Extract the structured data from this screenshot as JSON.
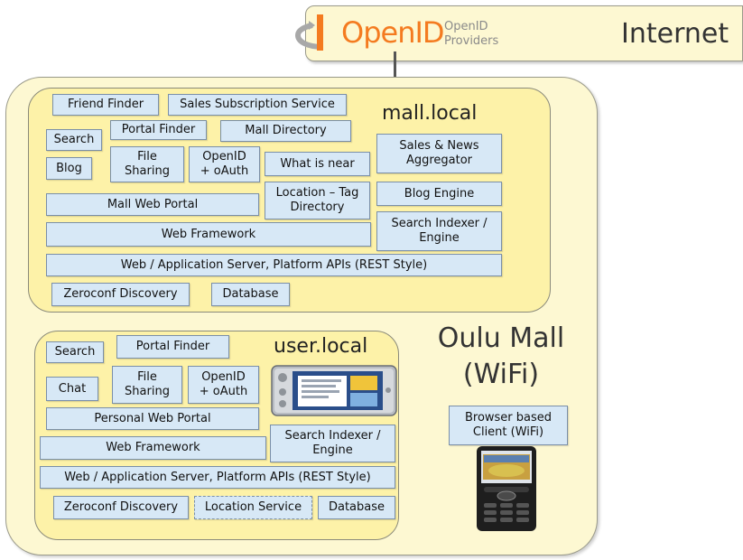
{
  "internet": {
    "logo_text": "OpenID",
    "providers_line1": "OpenID",
    "providers_line2": "Providers",
    "label": "Internet"
  },
  "oulu": {
    "line1": "Oulu Mall",
    "line2": "(WiFi)"
  },
  "mall_local": {
    "title": "mall.local",
    "boxes": {
      "friend_finder": "Friend Finder",
      "sales_subscription": "Sales Subscription Service",
      "portal_finder": "Portal Finder",
      "mall_directory": "Mall Directory",
      "search": "Search",
      "blog": "Blog",
      "file_sharing_1": "File",
      "file_sharing_2": "Sharing",
      "openid_1": "OpenID",
      "openid_2": "+ oAuth",
      "what_is_near": "What is near",
      "sales_news_1": "Sales & News",
      "sales_news_2": "Aggregator",
      "mall_web_portal": "Mall Web Portal",
      "location_tag_1": "Location – Tag",
      "location_tag_2": "Directory",
      "blog_engine": "Blog Engine",
      "web_framework": "Web Framework",
      "search_indexer_1": "Search Indexer /",
      "search_indexer_2": "Engine",
      "app_server": "Web / Application Server, Platform APIs (REST Style)",
      "zeroconf": "Zeroconf Discovery",
      "database": "Database"
    }
  },
  "user_local": {
    "title": "user.local",
    "boxes": {
      "search": "Search",
      "portal_finder": "Portal Finder",
      "chat": "Chat",
      "file_sharing_1": "File",
      "file_sharing_2": "Sharing",
      "openid_1": "OpenID",
      "openid_2": "+ oAuth",
      "personal_web_portal": "Personal Web Portal",
      "web_framework": "Web Framework",
      "search_indexer_1": "Search Indexer /",
      "search_indexer_2": "Engine",
      "app_server": "Web / Application Server, Platform APIs (REST Style)",
      "zeroconf": "Zeroconf Discovery",
      "location_service": "Location Service",
      "database": "Database"
    }
  },
  "browser_client": {
    "line1": "Browser based",
    "line2": "Client (WiFi)"
  },
  "colors": {
    "box_fill": "#d7e8f6",
    "inner_fill": "#fdf2a8",
    "outer_fill": "#fdf8d2",
    "openid_orange": "#f47b20"
  }
}
